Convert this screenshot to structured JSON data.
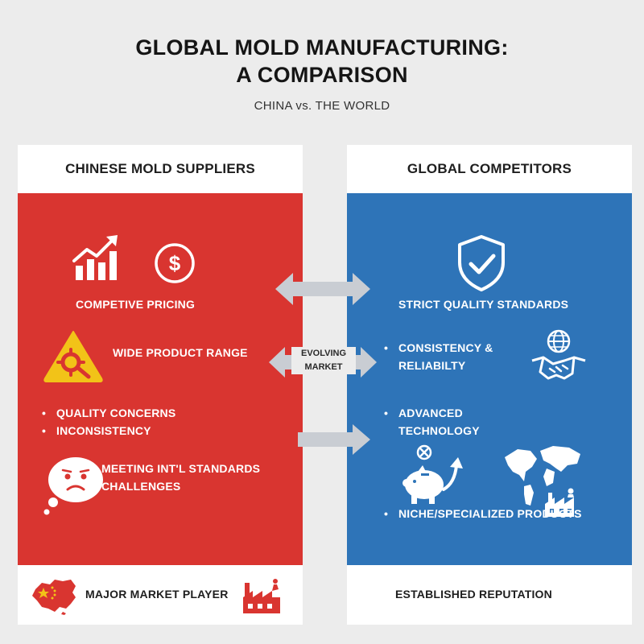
{
  "title": {
    "line1": "GLOBAL MOLD MANUFACTURING:",
    "line2": "A COMPARISON"
  },
  "subtitle": "CHINA vs. THE WORLD",
  "center_label": {
    "line1": "EVOLVING",
    "line2": "MARKET"
  },
  "left": {
    "header": "CHINESE MOLD SUPPLIERS",
    "competitive_pricing": "COMPETIVE PRICING",
    "wide_product_range": "WIDE PRODUCT RANGE",
    "bullets": [
      "QUALITY CONCERNS",
      "INCONSISTENCY"
    ],
    "standards_line1": "MEETING INT'L STANDARDS",
    "standards_line2": "CHALLENGES",
    "footer": "MAJOR MARKET PLAYER"
  },
  "right": {
    "header": "GLOBAL COMPETITORS",
    "quality": "STRICT QUALITY STANDARDS",
    "consistency_line1": "CONSISTENCY &",
    "consistency_line2": "RELIABILTY",
    "technology_line1": "ADVANCED",
    "technology_line2": "TECHNOLOGY",
    "niche": "NICHE/SPECIALIZED PRODUCTS",
    "footer": "ESTABLISHED REPUTATION"
  },
  "colors": {
    "left_panel": "#d93530",
    "right_panel": "#2e74b8",
    "background": "#ececec",
    "arrow": "#c9cdd3",
    "warning": "#f2c318"
  }
}
